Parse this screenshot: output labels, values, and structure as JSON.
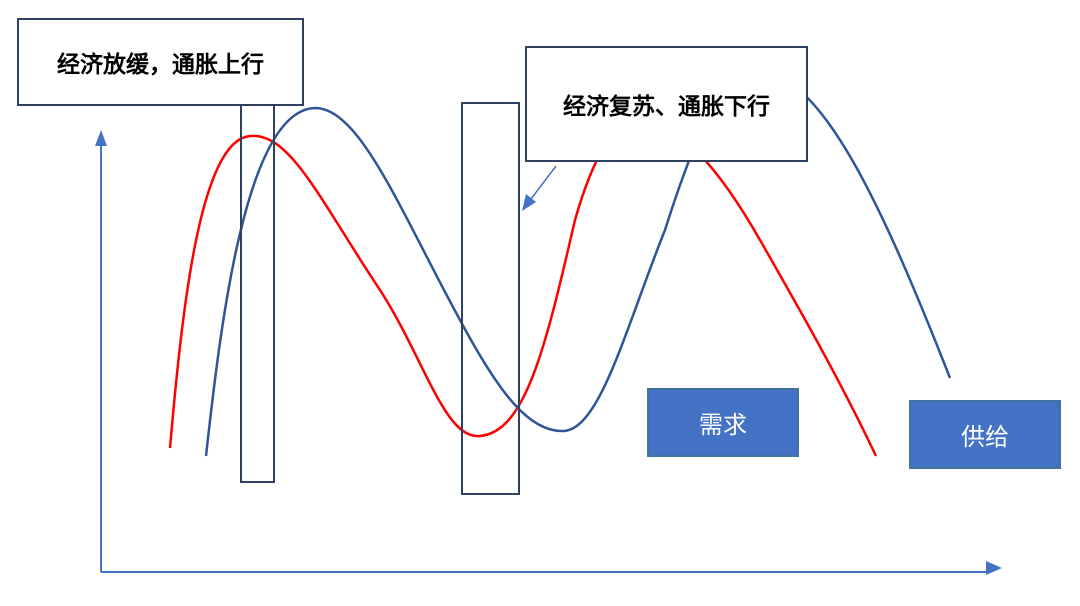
{
  "callouts": {
    "slowdown_inflation_up": "经济放缓，通胀上行",
    "recovery_inflation_down": "经济复苏、通胀下行"
  },
  "legend": {
    "demand": {
      "label": "需求",
      "color": "#4472c4"
    },
    "supply": {
      "label": "供给",
      "color": "#4472c4"
    }
  },
  "curves": {
    "demand_color": "#ff0000",
    "supply_color": "#2f5597"
  },
  "colors": {
    "axis": "#4472c4",
    "box_border": "#2f4060"
  },
  "icons": {
    "axis_arrows": "arrow-head-icon",
    "callout_pointer": "pointer-arrow-icon"
  }
}
